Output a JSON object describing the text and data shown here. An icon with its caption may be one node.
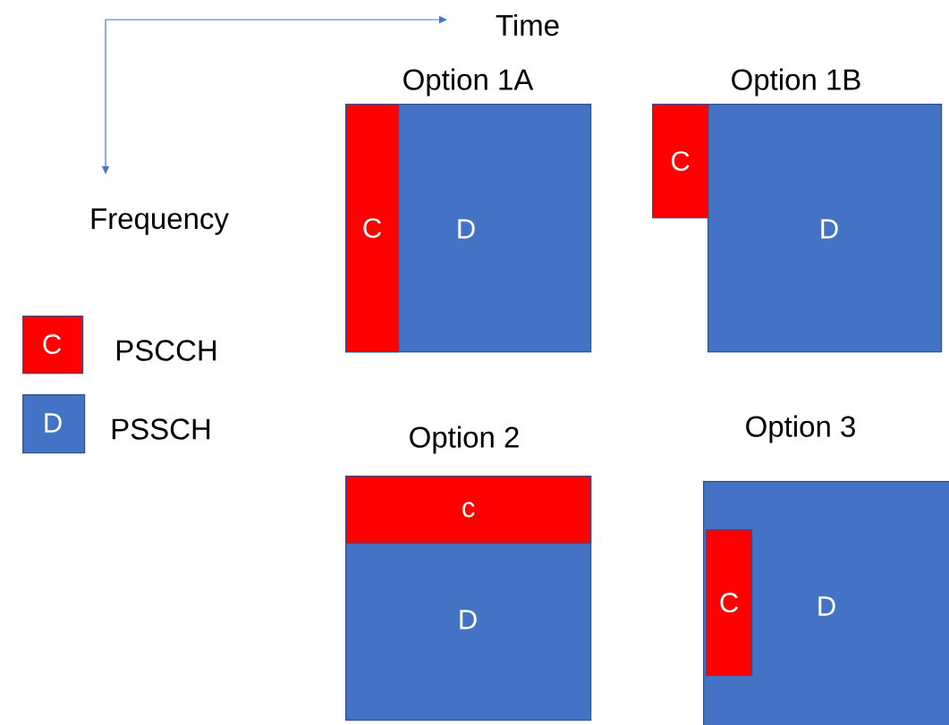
{
  "diagram": {
    "nodes": [
      {
        "text": [
          "Option 1A",
          "D"
        ]
      },
      {
        "text": [
          "C"
        ],
        "in": 0
      },
      {
        "text": [
          "Option 1B",
          "D"
        ]
      },
      {
        "text": [
          "C"
        ]
      },
      {
        "text": [
          "Option 2",
          "D"
        ]
      },
      {
        "text": [
          "c"
        ],
        "in": 4
      },
      {
        "text": [
          "Option 3",
          "D"
        ]
      },
      {
        "text": [
          "C"
        ],
        "in": 6
      }
    ],
    "labels": [
      "Time",
      "Frequency",
      "C",
      "D"
    ],
    "legend": [
      {
        "text": "PSCCH",
        "color": "#ff0000"
      },
      {
        "text": "PSSCH",
        "color": "#4472c4"
      }
    ]
  }
}
